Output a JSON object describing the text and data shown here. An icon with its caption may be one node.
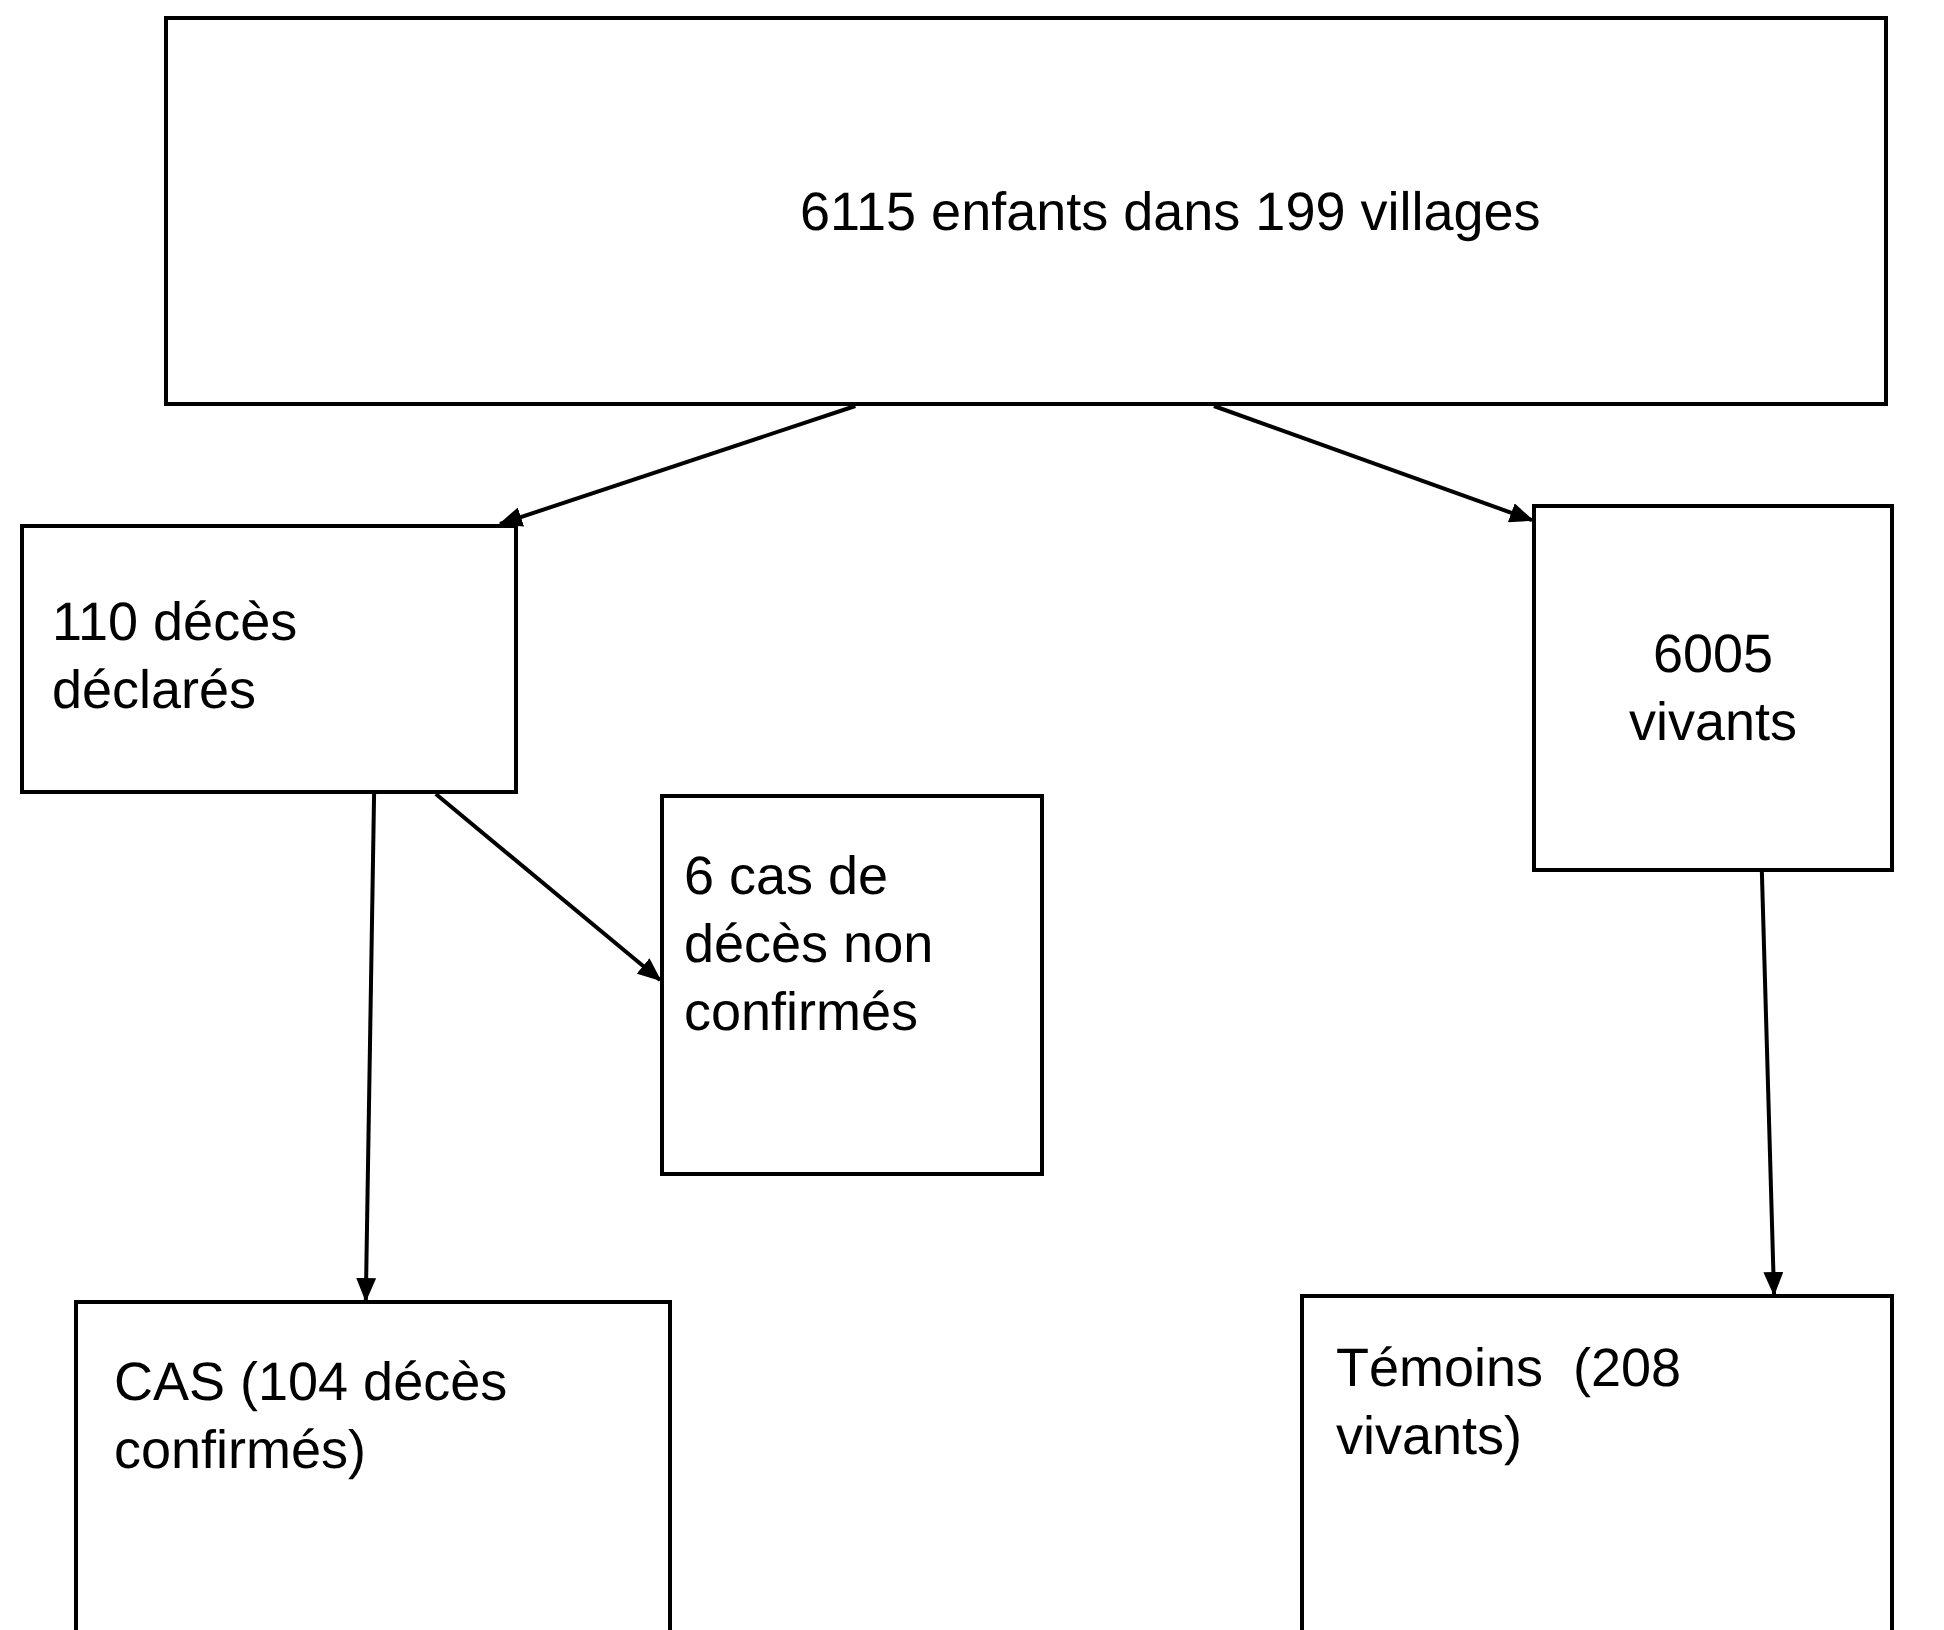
{
  "diagram": {
    "nodes": [
      {
        "text": [
          "6115 enfants dans 199 villages"
        ]
      },
      {
        "text": [
          "110 décès déclarés"
        ]
      },
      {
        "text": [
          "6005 vivants"
        ]
      },
      {
        "text": [
          "6 cas de décès non confirmés"
        ]
      },
      {
        "text": [
          "CAS (104 décès confirmés)"
        ]
      },
      {
        "text": [
          "Témoins  (208 vivants)"
        ]
      }
    ],
    "edges": [
      {
        "from": 0,
        "to": 1,
        "arrow": "to"
      },
      {
        "from": 0,
        "to": 2,
        "arrow": "to"
      },
      {
        "from": 1,
        "to": 3,
        "arrow": "to"
      },
      {
        "from": 1,
        "to": 4,
        "arrow": "to"
      },
      {
        "from": 2,
        "to": 5,
        "arrow": "to"
      }
    ]
  }
}
